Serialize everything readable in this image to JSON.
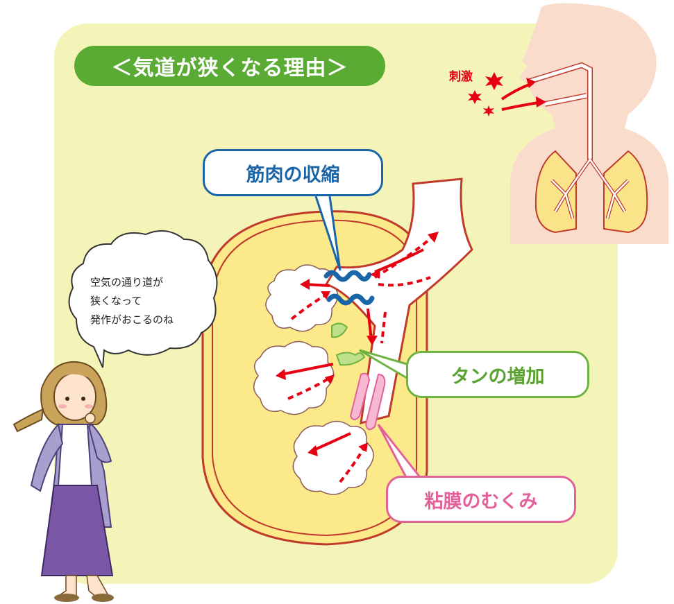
{
  "title": "＜気道が狭くなる理由＞",
  "callouts": {
    "muscle": "筋肉の収縮",
    "phlegm": "タンの増加",
    "mucosa": "粘膜のむくみ"
  },
  "stimulus_label": "刺激",
  "thought_bubble": {
    "line1": "空気の通り道が",
    "line2": "狭くなって",
    "line3": "発作がおこるのね"
  },
  "colors": {
    "panel_bg": "#f4f3b8",
    "title_green": "#5aab34",
    "muscle_blue": "#1a64a8",
    "phlegm_green": "#6db33f",
    "mucosa_pink": "#e2619a",
    "arrow_red": "#e60012",
    "skin": "#f9dccb",
    "wall": "#c0392b"
  }
}
